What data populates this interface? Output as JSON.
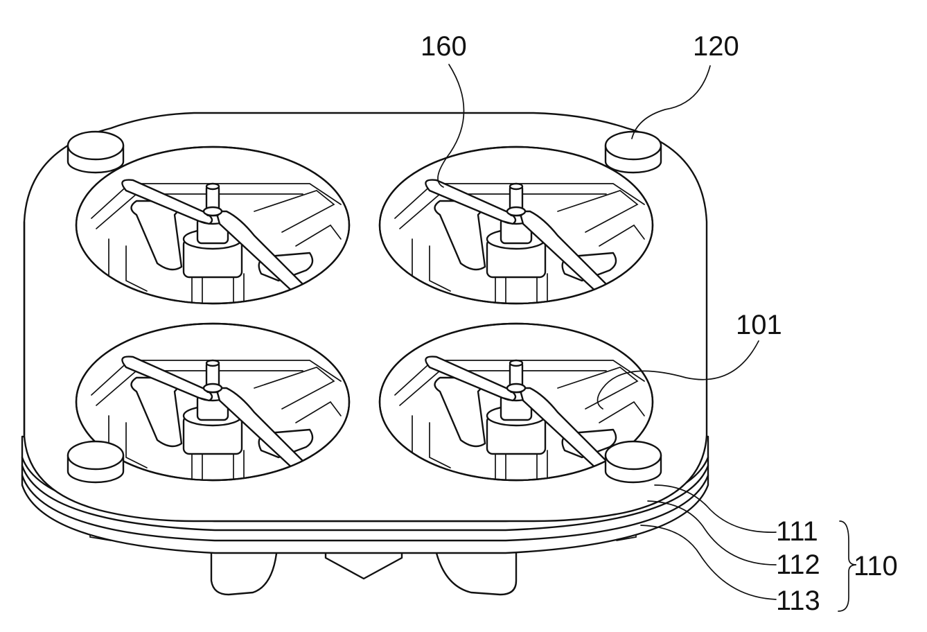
{
  "labels": {
    "l160": "160",
    "l120": "120",
    "l101": "101",
    "l111": "111",
    "l112": "112",
    "l113": "113",
    "l110": "110"
  }
}
